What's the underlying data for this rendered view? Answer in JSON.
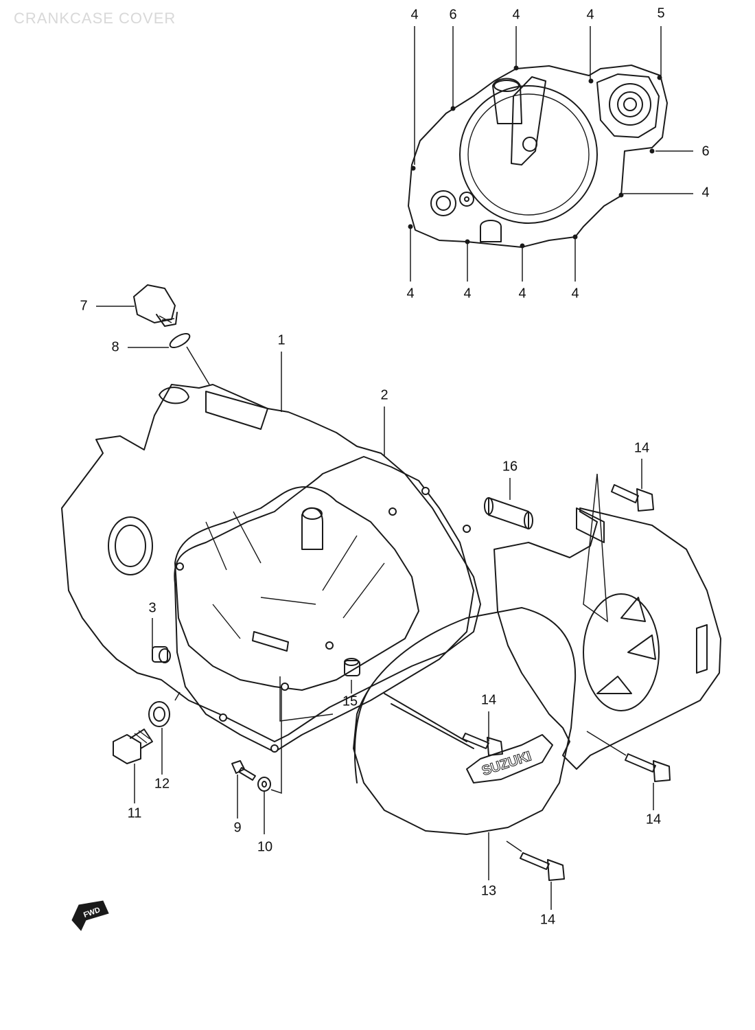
{
  "title": "CRANKCASE COVER",
  "fwd_label": "FWD",
  "brand_mark": "SUZUKI",
  "callouts": [
    {
      "id": "c-4a",
      "text": "4"
    },
    {
      "id": "c-6a",
      "text": "6"
    },
    {
      "id": "c-4b",
      "text": "4"
    },
    {
      "id": "c-4c",
      "text": "4"
    },
    {
      "id": "c-5",
      "text": "5"
    },
    {
      "id": "c-6b",
      "text": "6"
    },
    {
      "id": "c-4d",
      "text": "4"
    },
    {
      "id": "c-4e",
      "text": "4"
    },
    {
      "id": "c-4f",
      "text": "4"
    },
    {
      "id": "c-4g",
      "text": "4"
    },
    {
      "id": "c-4h",
      "text": "4"
    },
    {
      "id": "c-7",
      "text": "7"
    },
    {
      "id": "c-8",
      "text": "8"
    },
    {
      "id": "c-1",
      "text": "1"
    },
    {
      "id": "c-2",
      "text": "2"
    },
    {
      "id": "c-16",
      "text": "16"
    },
    {
      "id": "c-14a",
      "text": "14"
    },
    {
      "id": "c-3",
      "text": "3"
    },
    {
      "id": "c-15",
      "text": "15"
    },
    {
      "id": "c-14b",
      "text": "14"
    },
    {
      "id": "c-12",
      "text": "12"
    },
    {
      "id": "c-11",
      "text": "11"
    },
    {
      "id": "c-9",
      "text": "9"
    },
    {
      "id": "c-10",
      "text": "10"
    },
    {
      "id": "c-14c",
      "text": "14"
    },
    {
      "id": "c-13",
      "text": "13"
    },
    {
      "id": "c-14d",
      "text": "14"
    }
  ]
}
